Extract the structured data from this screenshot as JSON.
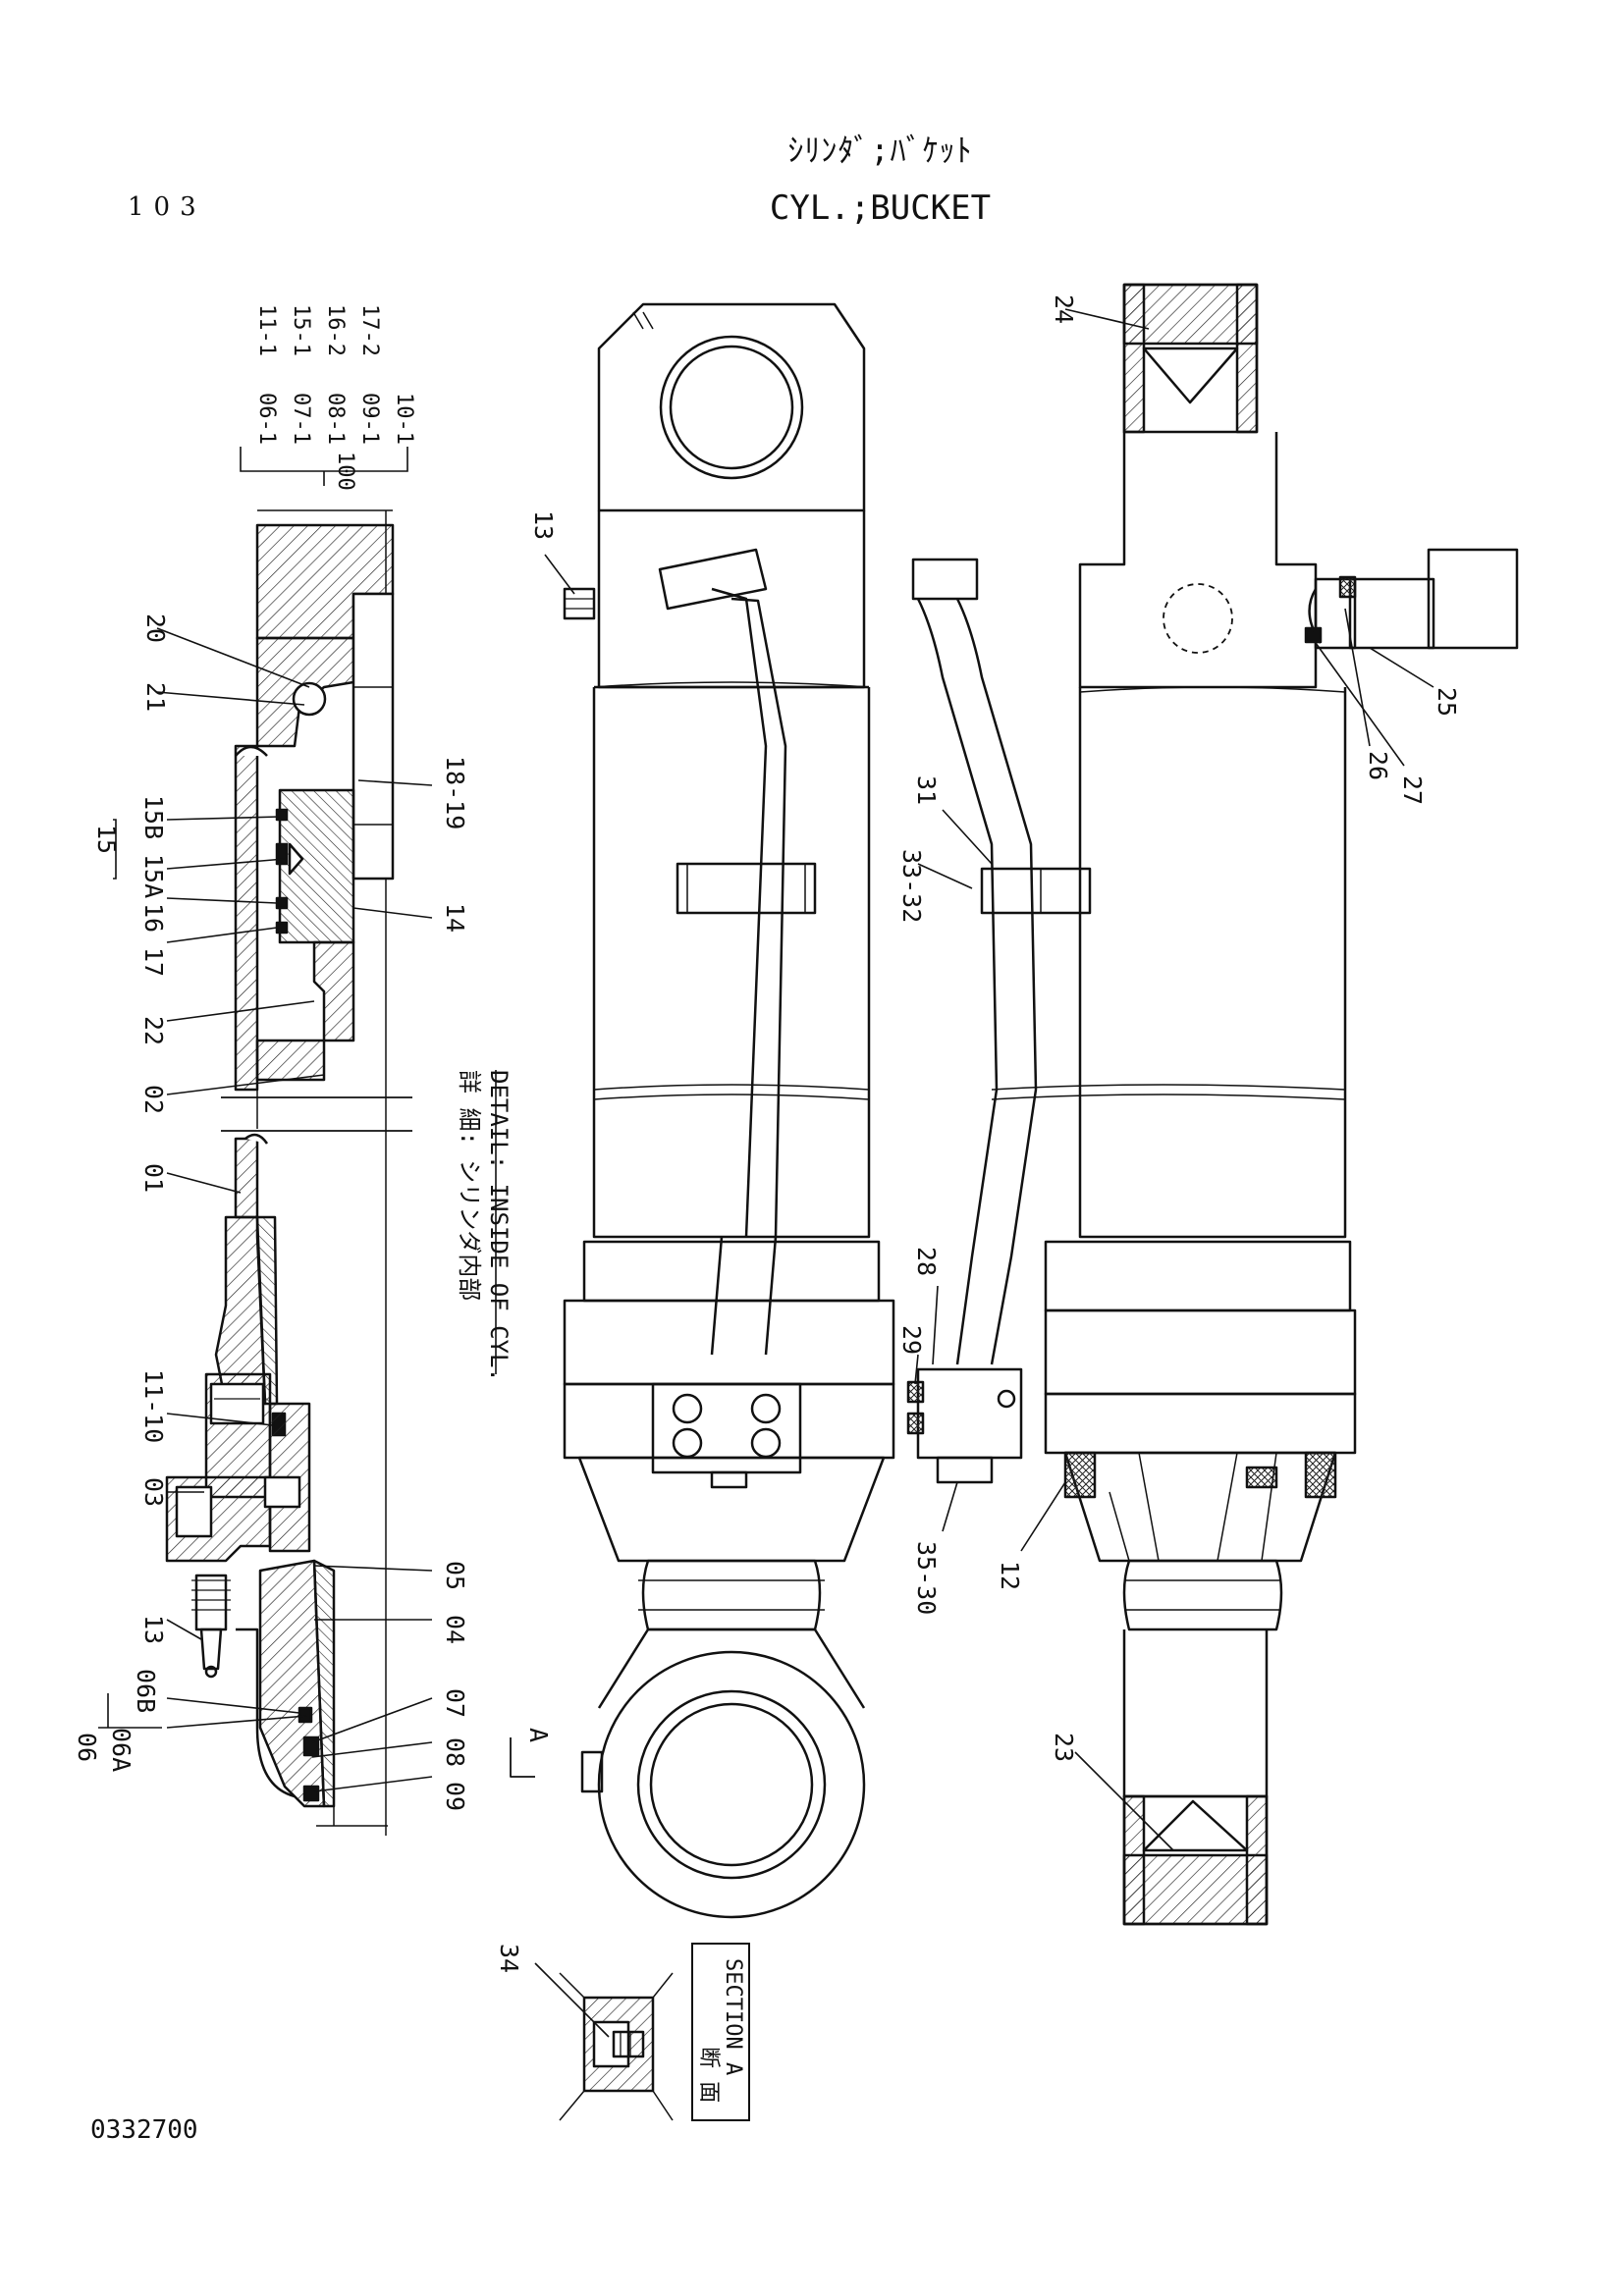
{
  "header": {
    "title_jp": "ｼﾘﾝﾀﾞ;ﾊﾞｹｯﾄ",
    "title_en": "CYL.;BUCKET",
    "page_number": "103"
  },
  "footer": {
    "drawing_number": "0332700"
  },
  "detail_note": {
    "jp": "詳 細: シリンダ内部",
    "en": "DETAIL: INSIDE OF CYL."
  },
  "section_note": {
    "jp": "断 面",
    "en": "SECTION A"
  },
  "view_marker": "A",
  "seal_kit": {
    "parent": "100",
    "col1": [
      "06-1",
      "07-1",
      "08-1",
      "09-1",
      "10-1"
    ],
    "col2": [
      "11-1",
      "15-1",
      "16-2",
      "17-2"
    ]
  },
  "callouts": {
    "c20": "20",
    "c21": "21",
    "c1819": "18-19",
    "c15": "15",
    "c15b": "15B",
    "c15a": "15A",
    "c16": "16",
    "c17": "17",
    "c14": "14",
    "c22": "22",
    "c02": "02",
    "c01": "01",
    "c1110": "11-10",
    "c03": "03",
    "c05": "05",
    "c04": "04",
    "c13a": "13",
    "c06": "06",
    "c06b": "06B",
    "c06a": "06A",
    "c07": "07",
    "c08": "08",
    "c09": "09",
    "c13b": "13",
    "c24": "24",
    "c25": "25",
    "c26": "26",
    "c27": "27",
    "c31": "31",
    "c3332": "33-32",
    "c28": "28",
    "c29": "29",
    "c3530": "35-30",
    "c12": "12",
    "c23": "23",
    "c34": "34"
  }
}
